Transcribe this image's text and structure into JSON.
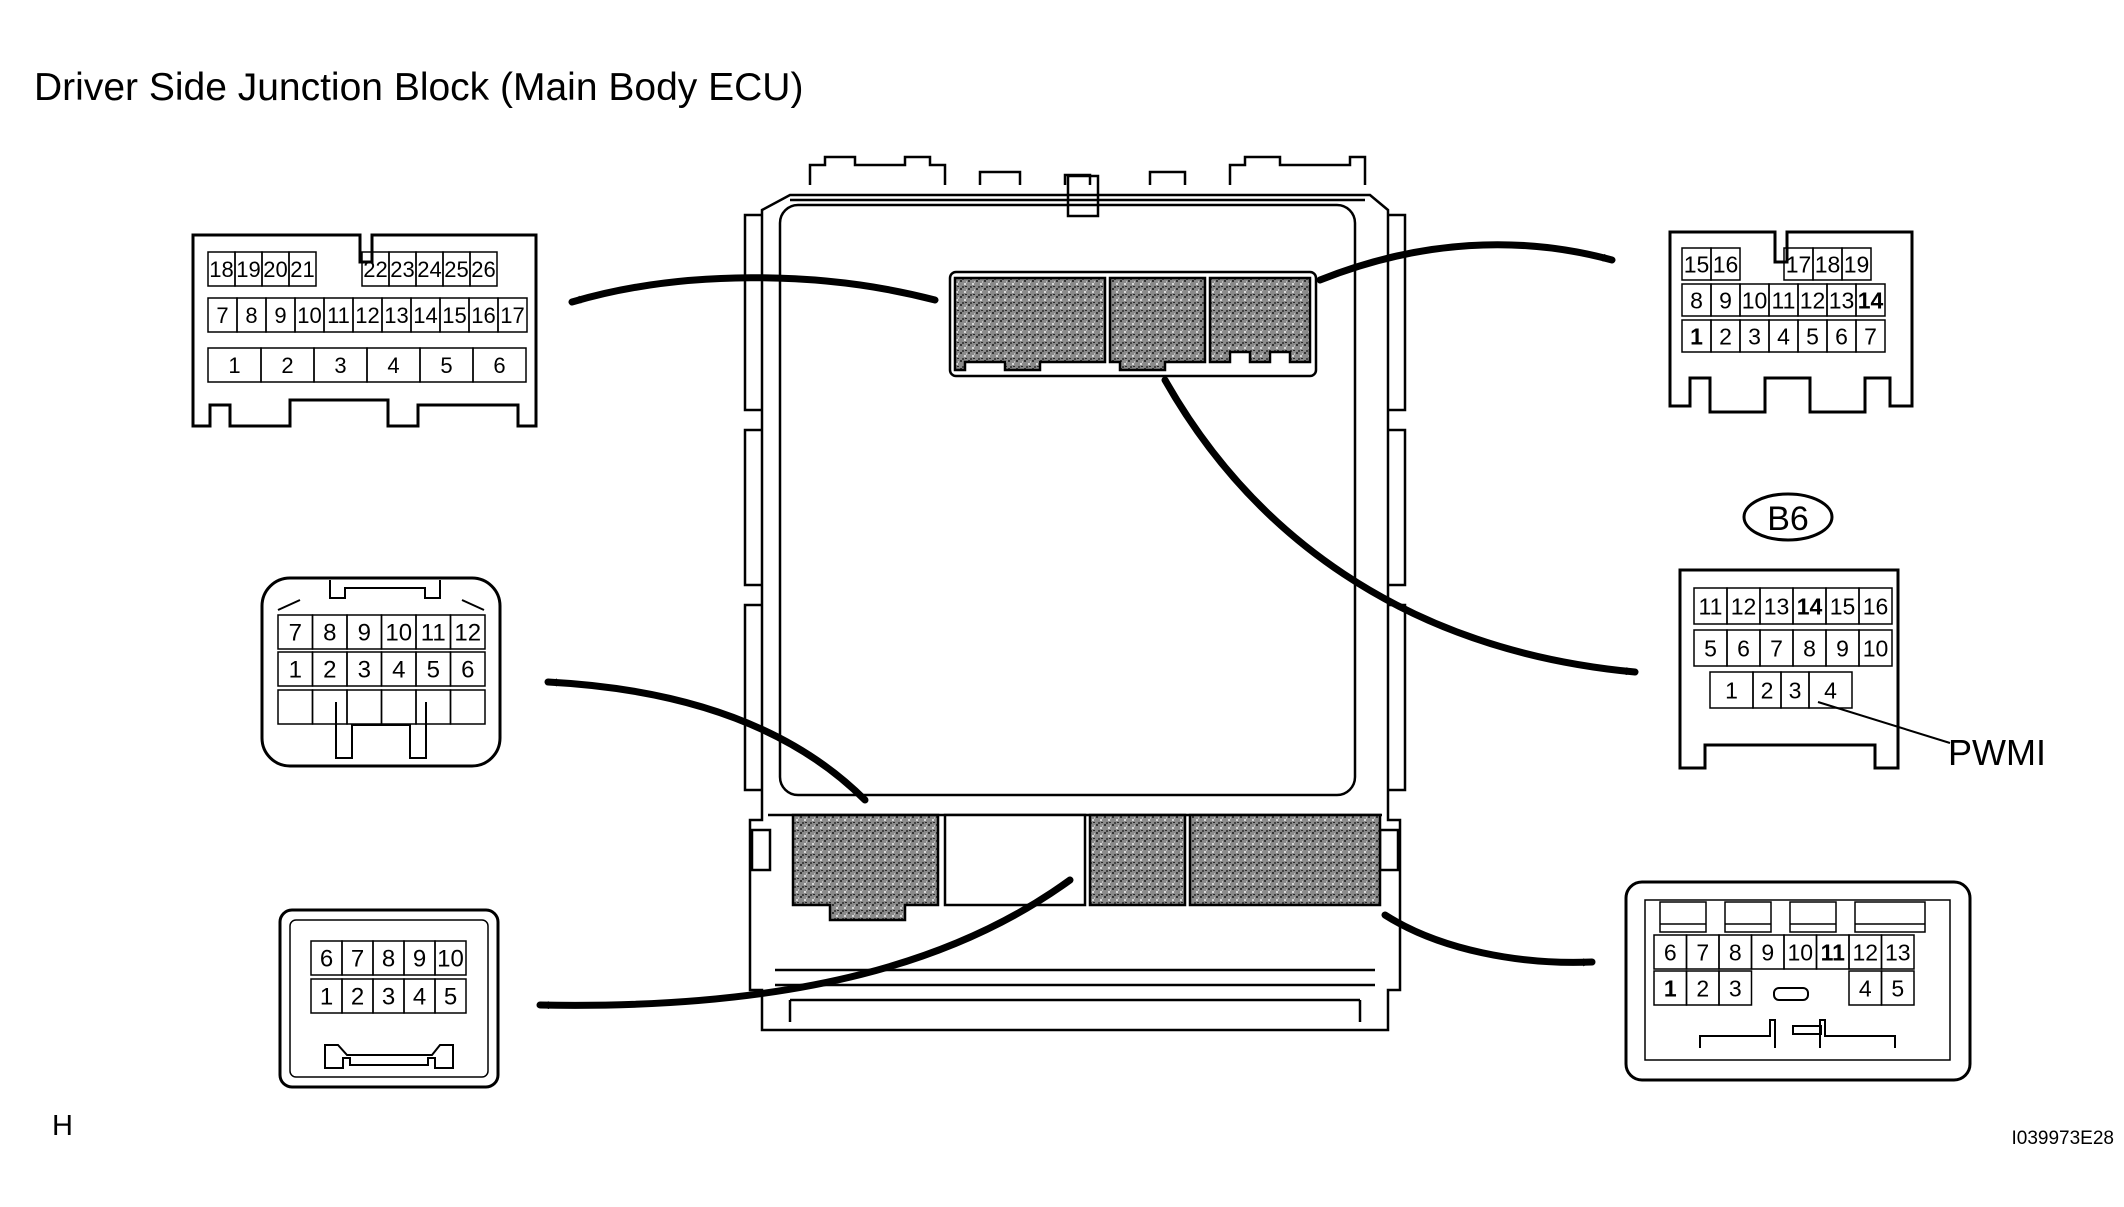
{
  "title": "Driver Side Junction Block (Main Body ECU)",
  "footer_left": "H",
  "figure_id": "I039973E28",
  "connectors": {
    "top_left": {
      "rows": [
        [
          "18",
          "19",
          "20",
          "21",
          "22",
          "23",
          "24",
          "25",
          "26"
        ],
        [
          "7",
          "8",
          "9",
          "10",
          "11",
          "12",
          "13",
          "14",
          "15",
          "16",
          "17"
        ],
        [
          "1",
          "2",
          "3",
          "4",
          "5",
          "6"
        ]
      ]
    },
    "mid_left": {
      "rows": [
        [
          "7",
          "8",
          "9",
          "10",
          "11",
          "12"
        ],
        [
          "1",
          "2",
          "3",
          "4",
          "5",
          "6"
        ]
      ]
    },
    "bottom_left": {
      "rows": [
        [
          "6",
          "7",
          "8",
          "9",
          "10"
        ],
        [
          "1",
          "2",
          "3",
          "4",
          "5"
        ]
      ]
    },
    "top_right": {
      "rows": [
        [
          "15",
          "16",
          "17",
          "18",
          "19"
        ],
        [
          "8",
          "9",
          "10",
          "11",
          "12",
          "13",
          "14"
        ],
        [
          "1",
          "2",
          "3",
          "4",
          "5",
          "6",
          "7"
        ]
      ]
    },
    "b6": {
      "badge": "B6",
      "rows": [
        [
          "11",
          "12",
          "13",
          "14",
          "15",
          "16"
        ],
        [
          "5",
          "6",
          "7",
          "8",
          "9",
          "10"
        ],
        [
          "1",
          "2",
          "3",
          "4"
        ]
      ],
      "callout_label": "PWMI"
    },
    "bottom_right": {
      "rows": [
        [
          "6",
          "7",
          "8",
          "9",
          "10",
          "11",
          "12",
          "13"
        ],
        [
          "1",
          "2",
          "3",
          "4",
          "5"
        ]
      ]
    }
  }
}
